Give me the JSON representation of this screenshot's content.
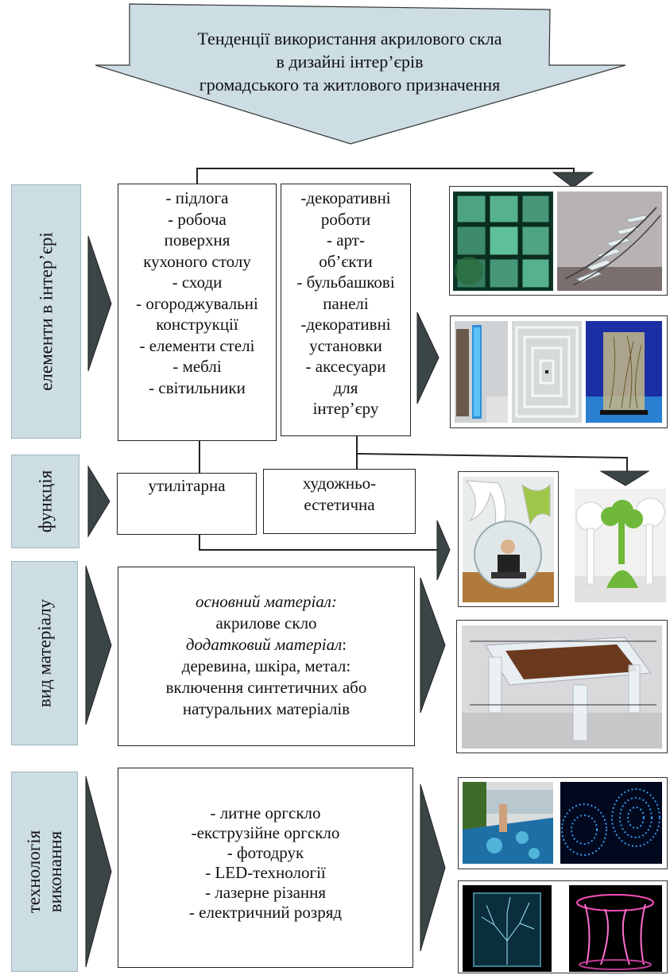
{
  "header": {
    "lines": [
      "Тенденції використання акрилового скла",
      "в дизайні інтер’єрів",
      "громадського та житлового призначення"
    ]
  },
  "sections": {
    "elements": {
      "label": "елементи в інтер’єрі"
    },
    "function": {
      "label": "функція"
    },
    "material": {
      "label": "вид матеріалу"
    },
    "technology": {
      "label_line1": "технологія",
      "label_line2": "виконання"
    }
  },
  "elements_box_left": {
    "lines": [
      "- підлога",
      "- робоча",
      "поверхня",
      "кухоного столу",
      "- сходи",
      "- огороджувальні",
      "конструкції",
      "- елементи стелі",
      "- меблі",
      "- світильники"
    ]
  },
  "elements_box_right": {
    "lines": [
      "-декоративні",
      "роботи",
      "- арт-",
      "об’єкти",
      "- бульбашкові",
      "панелі",
      "-декоративні",
      "установки",
      "- аксесуари",
      "для",
      "інтер’єру"
    ]
  },
  "function_boxes": {
    "utilitarian": "утилітарна",
    "artistic_line1": "художньо-",
    "artistic_line2": "естетична"
  },
  "material_box": {
    "main_label": "основний матеріал:",
    "main_value": "акрилове скло",
    "extra_label": "додатковий матеріал",
    "extra_suffix": ":",
    "extra_value1": "деревина, шкіра, метал:",
    "extra_value2": "включення синтетичних або",
    "extra_value3": "натуральних матеріалів"
  },
  "technology_box": {
    "lines": [
      "- литне оргскло",
      "-екструзійне оргскло",
      "- фотодрук",
      "- LED-технології",
      "- лазерне різання",
      "- електричний розряд"
    ]
  },
  "colors": {
    "header_fill": "#ccdde4",
    "sidebar_fill": "#ccdde4",
    "arrow_fill": "#3b4446",
    "line": "#222222"
  }
}
